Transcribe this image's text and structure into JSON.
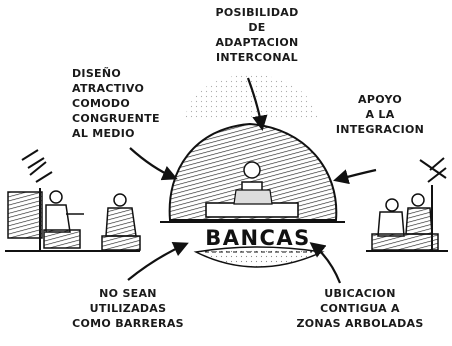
{
  "diagram": {
    "center_label": "BANCAS",
    "top_label": "POSIBILIDAD\nDE\nADAPTACION\nINTERCONAL",
    "left_label": "DISEÑO\nATRACTIVO\nCOMODO\nCONGRUENTE\nAL MEDIO",
    "right_label": "APOYO\nA LA\nINTEGRACION",
    "bottom_left_label": "NO SEAN\nUTILIZADAS\nCOMO BARRERAS",
    "bottom_right_label": "UBICACION\nCONTIGUA A\nZONAS ARBOLADAS"
  }
}
